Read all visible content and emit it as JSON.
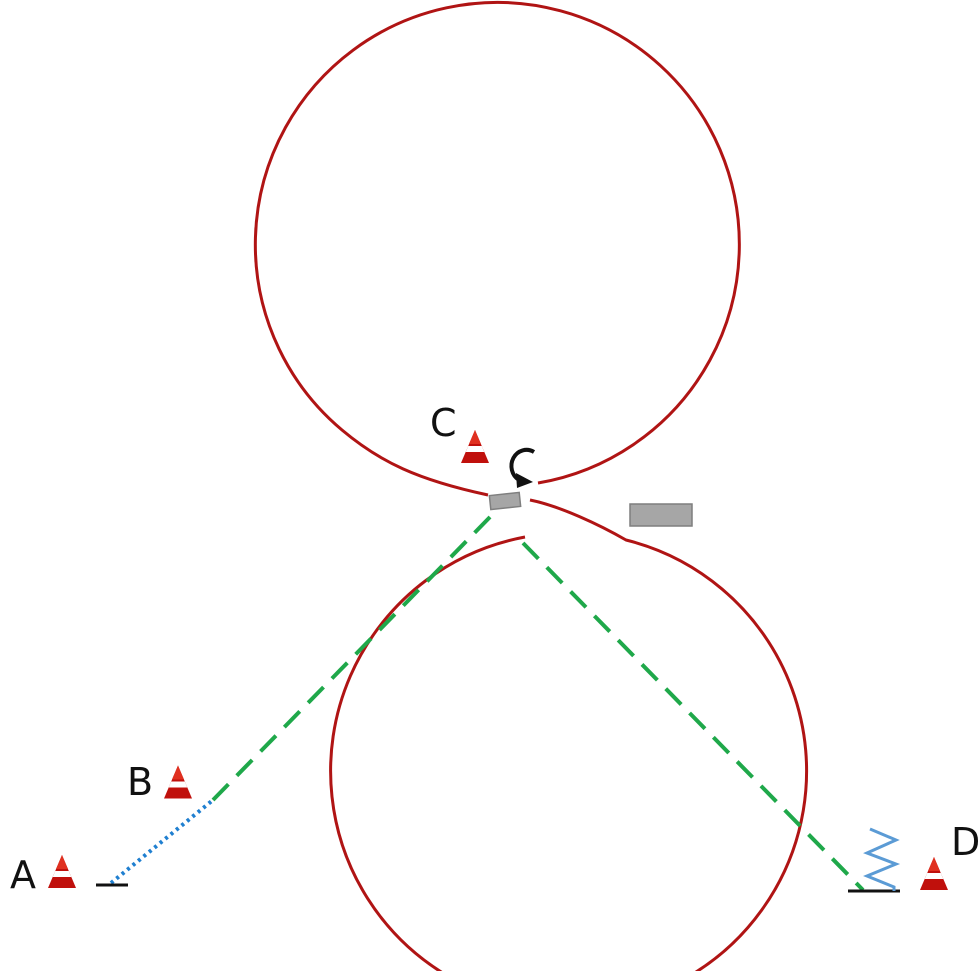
{
  "labels": {
    "a": "A",
    "b": "B",
    "c": "C",
    "c_rotation": "C",
    "d": "D"
  },
  "colors": {
    "track": "#b01414",
    "green_path": "#1fa84a",
    "blue_path": "#1f7fd0",
    "spring": "#5b9bd5",
    "block": "#a6a6a6",
    "block_stroke": "#7f7f7f",
    "cone_red": "#c0100c",
    "platform": "#111111"
  },
  "icons": {
    "cone": "traffic-cone-icon",
    "spring": "spring-icon",
    "rotation_arrow": "rotation-arrow-icon"
  }
}
